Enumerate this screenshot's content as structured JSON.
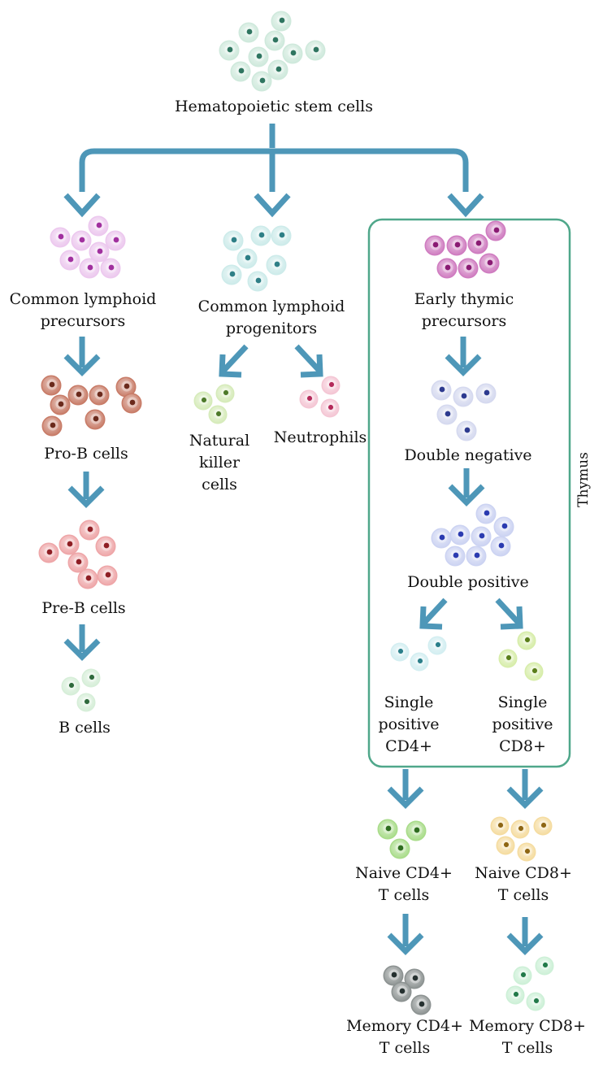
{
  "colors": {
    "arrow": "#4e97b8",
    "thymus_border": "#4fa78a"
  },
  "labels": {
    "hsc": [
      "Hematopoietic stem cells"
    ],
    "clp_left": [
      "Common lymphoid",
      "precursors"
    ],
    "clp_mid": [
      "Common lymphoid",
      "progenitors"
    ],
    "etp": [
      "Early thymic",
      "precursors"
    ],
    "prob": [
      "Pro-B cells"
    ],
    "nk": [
      "Natural",
      "killer",
      "cells"
    ],
    "neutro": [
      "Neutrophils"
    ],
    "dn": [
      "Double negative"
    ],
    "preb": [
      "Pre-B cells"
    ],
    "dp": [
      "Double positive"
    ],
    "bcells": [
      "B cells"
    ],
    "sp4": [
      "Single",
      "positive",
      "CD4+"
    ],
    "sp8": [
      "Single",
      "positive",
      "CD8+"
    ],
    "naive4": [
      "Naive CD4+",
      "T cells"
    ],
    "naive8": [
      "Naive CD8+",
      "T cells"
    ],
    "mem4": [
      "Memory CD4+",
      "T cells"
    ],
    "mem8": [
      "Memory CD8+",
      "T cells"
    ],
    "thymus": "Thymus"
  },
  "cell_groups": [
    {
      "name": "hematopoietic-stem-cells",
      "fill": "#cfe9dc",
      "nucleus": "#2f7560"
    },
    {
      "name": "common-lymphoid-precursors",
      "fill": "#ecc8ee",
      "nucleus": "#a1309f"
    },
    {
      "name": "common-lymphoid-progenitors",
      "fill": "#cdebea",
      "nucleus": "#2e7f86"
    },
    {
      "name": "early-thymic-precursors",
      "fill": "#cf7cc0",
      "nucleus": "#8a1b73"
    },
    {
      "name": "pro-b-cells",
      "fill": "#c87c68",
      "nucleus": "#6b2a1c"
    },
    {
      "name": "natural-killer-cells",
      "fill": "#d6ebba",
      "nucleus": "#4e7a2a"
    },
    {
      "name": "neutrophils",
      "fill": "#f4c6d4",
      "nucleus": "#b42a5a"
    },
    {
      "name": "double-negative-cells",
      "fill": "#d5d9ef",
      "nucleus": "#2d3a8f"
    },
    {
      "name": "pre-b-cells",
      "fill": "#eea6a8",
      "nucleus": "#8f1e24"
    },
    {
      "name": "double-positive-cells",
      "fill": "#ccd3f2",
      "nucleus": "#2b3bb0"
    },
    {
      "name": "b-cells",
      "fill": "#d6eed8",
      "nucleus": "#2f6a3c"
    },
    {
      "name": "single-positive-cd4-cells",
      "fill": "#d3eef1",
      "nucleus": "#2b7f8a"
    },
    {
      "name": "single-positive-cd8-cells",
      "fill": "#d7edaa",
      "nucleus": "#5a7e1a"
    },
    {
      "name": "naive-cd4-t-cells",
      "fill": "#a9dc8a",
      "nucleus": "#2f6d20"
    },
    {
      "name": "naive-cd8-t-cells",
      "fill": "#f5dca0",
      "nucleus": "#8e6614"
    },
    {
      "name": "memory-cd4-t-cells",
      "fill": "#8d9392",
      "nucleus": "#263130"
    },
    {
      "name": "memory-cd8-t-cells",
      "fill": "#cdf0d7",
      "nucleus": "#237a4a"
    }
  ]
}
